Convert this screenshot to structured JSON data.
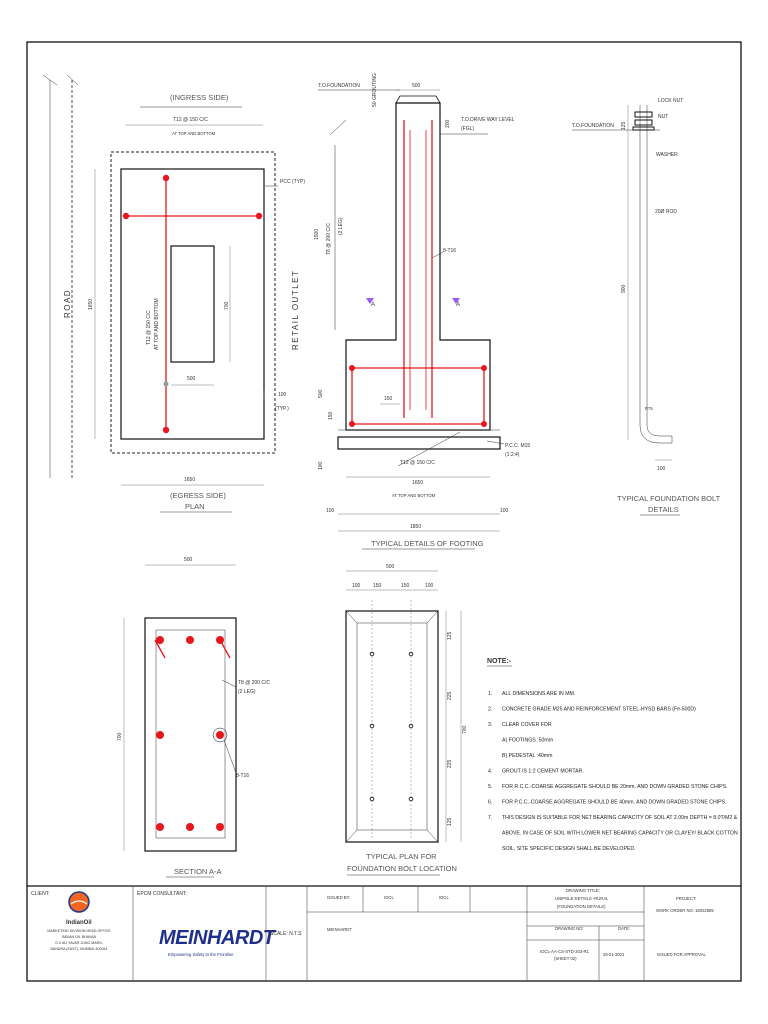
{
  "plan": {
    "ingress_side": "(INGRESS SIDE)",
    "top_bar": "T12 @ 150 C/C",
    "top_bar_note": "AT TOP AND BOTTOM",
    "pcc": "PCC (TYP)",
    "road": "ROAD",
    "retail_outlet": "RETAIL OUTLET",
    "dim_1650_v": "1650",
    "dim_1650_h": "1650",
    "dim_700": "700",
    "dim_500": "500",
    "dim_100": "100",
    "typ": "(TYP.)",
    "vert_bar": "T12 @ 150 C/C",
    "vert_bar_note": "AT TOP AND BOTTOM",
    "egress_side": "(EGRESS SIDE)",
    "title": "PLAN"
  },
  "footing": {
    "to_foundation": "T.O.FOUNDATION",
    "grouting": "50 GROUTING",
    "dim_500_top": "500",
    "dim_200": "200",
    "driveway": "T.O.DRIVE WAY LEVEL",
    "fgl": "(FGL)",
    "dim_1500": "1500",
    "stirrups": "T8 @ 200 C/C",
    "stirrups_legs": "(2 LEG)",
    "bars": "8-T16",
    "dim_500_side": "500",
    "dim_150_a": "150",
    "dim_150_b": "150",
    "dim_100": "100",
    "pcc": "P.C.C. M15",
    "pcc_mix": "(1:2:4)",
    "bottom_bar": "T12 @ 150 C/C",
    "dim_1650": "1650",
    "bottom_note": "AT TOP AND BOTTOM",
    "dim_100_l": "100",
    "dim_100_r": "100",
    "dim_1850": "1850",
    "title": "TYPICAL DETAILS OF FOOTING",
    "marker_a": "A",
    "marker_b": "A"
  },
  "bolt": {
    "lock_nut": "LOCK NUT",
    "nut": "NUT",
    "to_foundation": "T.O.FOUNDATION",
    "washer": "WASHER",
    "rod": "20Ø ROD",
    "dim_125": "125",
    "dim_900": "900",
    "dim_r75": "R75",
    "dim_100": "100",
    "title_1": "TYPICAL FOUNDATION BOLT",
    "title_2": "DETAILS"
  },
  "section": {
    "dim_500": "500",
    "dim_700": "700",
    "stirrups": "T8 @ 200 C/C",
    "legs": "(2 LEG)",
    "bars": "8-T16",
    "title": "SECTION A-A"
  },
  "bolt_plan": {
    "dim_500": "500",
    "d100": "100",
    "d150": "150",
    "d150b": "150",
    "d100b": "100",
    "v125": "125",
    "v225": "225",
    "v225b": "225",
    "v125b": "125",
    "v700": "700",
    "title_1": "TYPICAL PLAN FOR",
    "title_2": "FOUNDATION BOLT LOCATION"
  },
  "notes": {
    "heading": "NOTE:-",
    "items": [
      {
        "n": "1.",
        "t": "ALL DIMENSIONS ARE IN MM."
      },
      {
        "n": "2.",
        "t": "CONCRETE GRADE M25 AND REINFORCEMENT STEEL-HYSD BARS (Fe-500D)"
      },
      {
        "n": "3.",
        "t": "CLEAR COVER FOR"
      },
      {
        "n": "",
        "t": "A) FOOTINGS :50mm"
      },
      {
        "n": "",
        "t": "B) PEDESTAL :40mm"
      },
      {
        "n": "4.",
        "t": "GROUT IS 1:2 CEMENT MORTAR."
      },
      {
        "n": "5.",
        "t": "FOR R.C.C.-COARSE AGGREGATE SHOULD BE 20mm. AND DOWN GRADED STONE CHIPS."
      },
      {
        "n": "6.",
        "t": "FOR P.C.C.-COARSE AGGREGATE SHOULD BE 40mm. AND DOWN GRADED STONE CHIPS."
      },
      {
        "n": "7.",
        "t": "THIS DESIGN IS SUITABLE FOR NET BEARING CAPACITY OF SOIL AT 2.00m DEPTH = 8.0T/M2 &"
      },
      {
        "n": "",
        "t": "ABOVE. IN CASE OF SOIL WITH LOWER NET BEARING CAPACITY OR CLAYEY/ BLACK COTTON"
      },
      {
        "n": "",
        "t": "SOIL, SITE SPECIFIC DESIGN SHALL BE DEVELOPED."
      }
    ]
  },
  "titleblock": {
    "client_label": "CLIENT:",
    "client_logo": "IndianOil",
    "client_addr": [
      "MARKETING DIVISION HEAD OFFICE",
      "INDIAN OIL BHAVAN",
      "G-9 ALI YAVAR JUNG MARG,",
      "BANDRA (EAST), MUMBAI 400051"
    ],
    "epcm_label": "EPCM CONSULTANT:",
    "consultant_logo": "MEINHARDT",
    "consultant_tag": "Empowering Safety to the Frontline",
    "scale": "SCALE: N.T.S",
    "issued_by": "ISSUED BY:",
    "iocl_1": "IOCL",
    "iocl_2": "IOCL",
    "meinhardt": "MEINHARDT",
    "drawing_title_label": "DRAWING TITLE:",
    "drawing_title_1": "UNIPOLE DETAILS -RURAL",
    "drawing_title_2": "(FOUNDATION DETAILS)",
    "drawing_no_label": "DRAWING NO:",
    "date_label": "DATE:",
    "drawing_no": "IOCL-AA-CS-STD-203-R1",
    "sheet": "(SHEET 02)",
    "date": "25-01-2021",
    "project_label": "PROJECT:",
    "work_order": "WORK ORDER NO: 18022585",
    "status": "ISSUED FOR APPROVAL"
  },
  "colors": {
    "rebar": "#e8161d",
    "titles": "#555555",
    "lines": "#111111",
    "meinhardt_blue": "#1e2f8c"
  }
}
